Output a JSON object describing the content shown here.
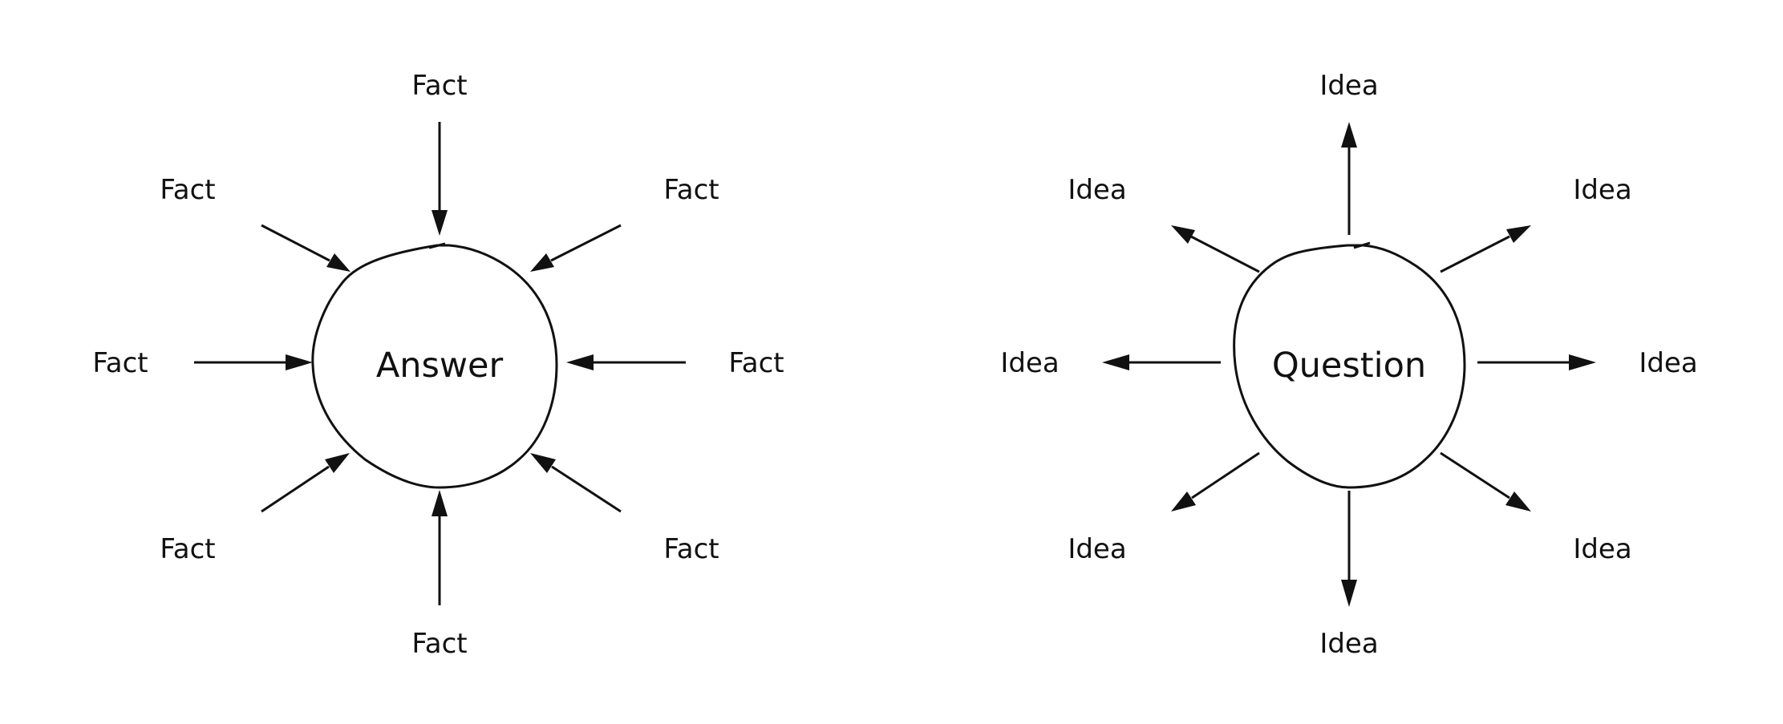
{
  "colors": {
    "ink": "#111111",
    "background": "#ffffff"
  },
  "diagrams": [
    {
      "center": "Answer",
      "direction": "inward",
      "nodes": [
        "Fact",
        "Fact",
        "Fact",
        "Fact",
        "Fact",
        "Fact",
        "Fact",
        "Fact"
      ]
    },
    {
      "center": "Question",
      "direction": "outward",
      "nodes": [
        "Idea",
        "Idea",
        "Idea",
        "Idea",
        "Idea",
        "Idea",
        "Idea",
        "Idea"
      ]
    }
  ]
}
